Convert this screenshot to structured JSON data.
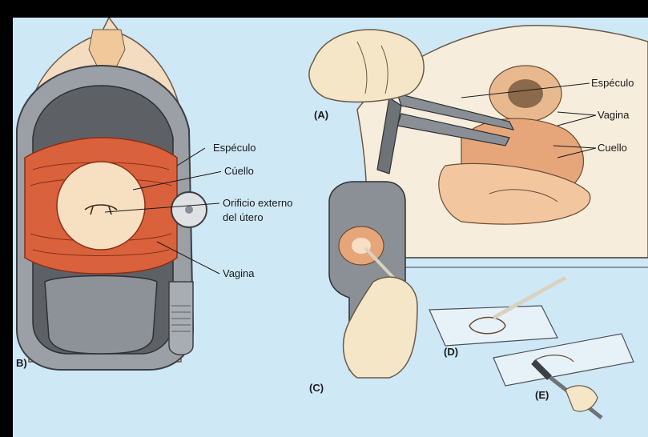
{
  "panels": {
    "a": "(A)",
    "b": "B)",
    "c": "(C)",
    "d": "(D)",
    "e": "(E)"
  },
  "left_labels": {
    "speculum": "Espéculo",
    "cervix": "Cúello",
    "os_line1": "Orificio externo",
    "os_line2": "del útero",
    "vagina": "Vagina"
  },
  "right_labels": {
    "speculum": "Espéculo",
    "vagina": "Vagina",
    "cervix": "Cuello"
  },
  "colors": {
    "background": "#cfe8f6",
    "frame": "#000000",
    "skin": "#f6e3c3",
    "tissue": "#d9613c",
    "metal": "#8a8f95"
  }
}
